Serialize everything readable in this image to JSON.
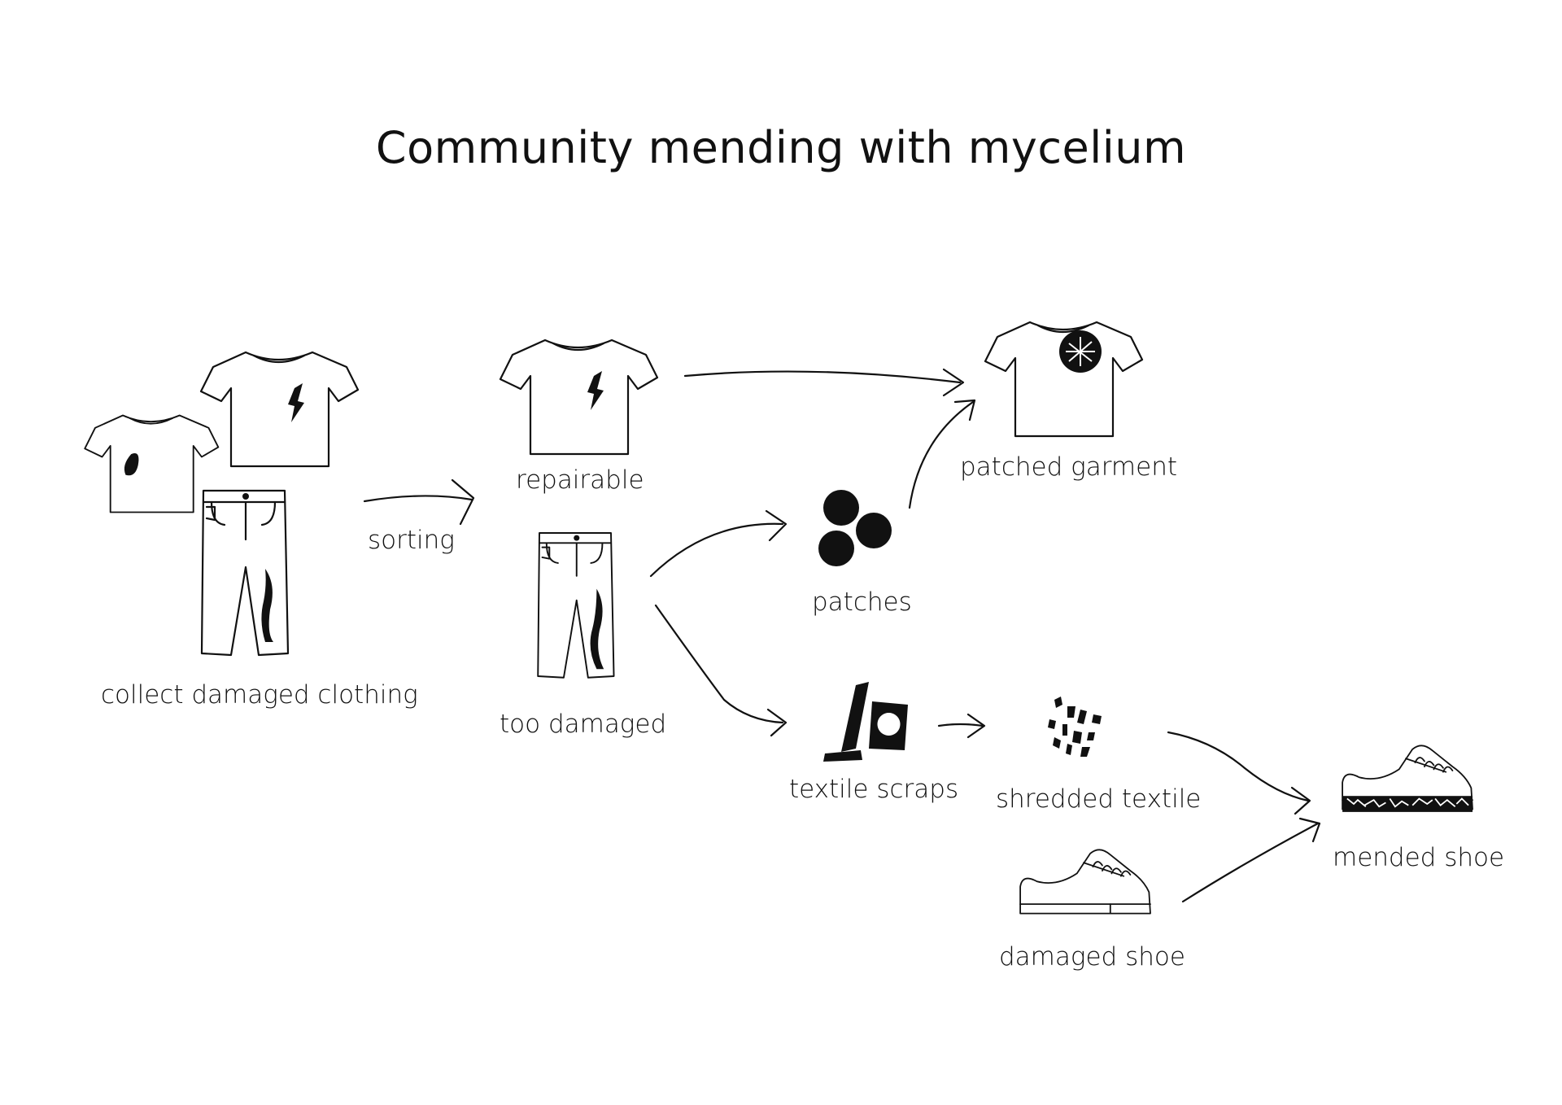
{
  "title": "Community mending with mycelium",
  "labels": {
    "collect": "collect damaged clothing",
    "sorting": "sorting",
    "repairable": "repairable",
    "too_damaged": "too damaged",
    "patches": "patches",
    "patched_garment": "patched garment",
    "textile_scraps": "textile scraps",
    "shredded_textile": "shredded textile",
    "damaged_shoe": "damaged shoe",
    "mended_shoe": "mended shoe"
  },
  "colors": {
    "ink": "#111111",
    "background": "#ffffff"
  },
  "icons": [
    "tshirt-icon",
    "jeans-icon",
    "patches-icon",
    "textile-scraps-icon",
    "shredded-textile-icon",
    "sneaker-icon",
    "mended-sneaker-icon",
    "arrow-icon"
  ]
}
